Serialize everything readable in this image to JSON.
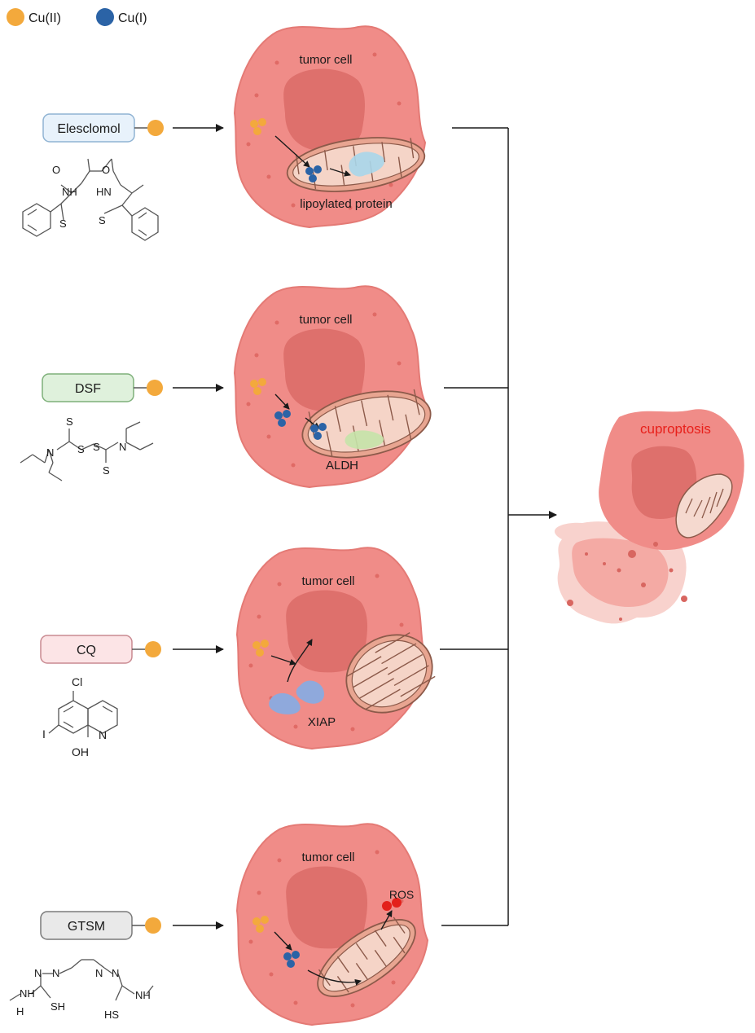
{
  "legend": [
    {
      "label": "Cu(II)",
      "color": "#f3a93c"
    },
    {
      "label": "Cu(I)",
      "color": "#2b63a6"
    }
  ],
  "colors": {
    "cell_fill": "#f08c88",
    "cell_edge": "#e47a75",
    "nucleus": "#de706c",
    "mito_fill": "#e8a591",
    "mito_edge": "#8c5a4a",
    "cu2": "#f3a93c",
    "cu1": "#2b63a6",
    "ros": "#e3201b",
    "line": "#1a1a1a"
  },
  "rows": [
    {
      "drug": "Elesclomol",
      "drug_fill": "#e8f2fb",
      "drug_stroke": "#8fb3d3",
      "cell_label": "tumor cell",
      "target_label": "lipoylated protein",
      "target_color": "#a9d6ea"
    },
    {
      "drug": "DSF",
      "drug_fill": "#dff1dc",
      "drug_stroke": "#7eb07a",
      "cell_label": "tumor cell",
      "target_label": "ALDH",
      "target_color": "#c5e3a8"
    },
    {
      "drug": "CQ",
      "drug_fill": "#fce4e6",
      "drug_stroke": "#c98a91",
      "cell_label": "tumor cell",
      "target_label": "XIAP",
      "target_color": "#8fa9dc"
    },
    {
      "drug": "GTSM",
      "drug_fill": "#e9e9e9",
      "drug_stroke": "#7a7a7a",
      "cell_label": "tumor cell",
      "target_label": "ROS",
      "target_color": "#e3201b"
    }
  ],
  "outcome": {
    "label": "cuproptosis",
    "color": "#e8201b"
  },
  "structures": {
    "elesclomol": {
      "o": "O",
      "nh": "NH",
      "hn": "HN",
      "s": "S"
    },
    "dsf": {
      "s": "S",
      "n": "N"
    },
    "cq": {
      "cl": "Cl",
      "i": "I",
      "n": "N",
      "oh": "OH"
    },
    "gtsm": {
      "n": "N",
      "nh": "NH",
      "h": "H",
      "sh": "SH",
      "hs": "HS"
    }
  }
}
